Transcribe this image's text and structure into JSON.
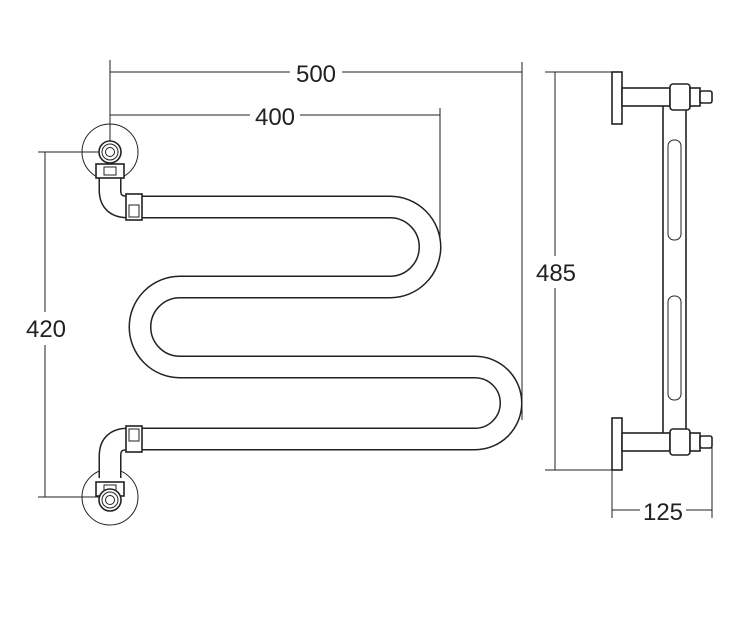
{
  "dimensions": {
    "total_width": "500",
    "axis_distance": "400",
    "connection_height": "420",
    "total_height": "485",
    "wall_depth": "125"
  },
  "colors": {
    "line": "#222222",
    "background": "#ffffff"
  }
}
